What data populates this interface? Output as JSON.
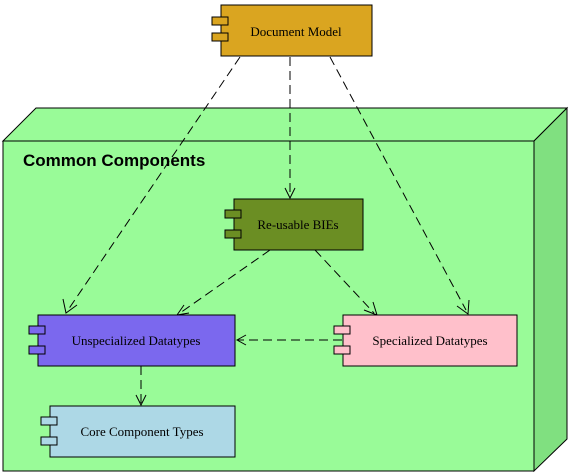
{
  "package": {
    "title": "Common Components",
    "fill": "#99FB98",
    "side_fill": "#80E080"
  },
  "components": {
    "document_model": {
      "label": "Document Model",
      "fill": "#DAA520"
    },
    "reusable_bies": {
      "label": "Re-usable BIEs",
      "fill": "#6B8E23"
    },
    "unspecialized_datatypes": {
      "label": "Unspecialized Datatypes",
      "fill": "#7B68EE"
    },
    "specialized_datatypes": {
      "label": "Specialized Datatypes",
      "fill": "#FFC0CB"
    },
    "core_component_types": {
      "label": "Core Component Types",
      "fill": "#ADD8E6"
    }
  },
  "dependencies": [
    {
      "from": "Document Model",
      "to": "Unspecialized Datatypes"
    },
    {
      "from": "Document Model",
      "to": "Re-usable BIEs"
    },
    {
      "from": "Document Model",
      "to": "Specialized Datatypes"
    },
    {
      "from": "Re-usable BIEs",
      "to": "Unspecialized Datatypes"
    },
    {
      "from": "Re-usable BIEs",
      "to": "Specialized Datatypes"
    },
    {
      "from": "Specialized Datatypes",
      "to": "Unspecialized Datatypes"
    },
    {
      "from": "Unspecialized Datatypes",
      "to": "Core Component Types"
    }
  ]
}
